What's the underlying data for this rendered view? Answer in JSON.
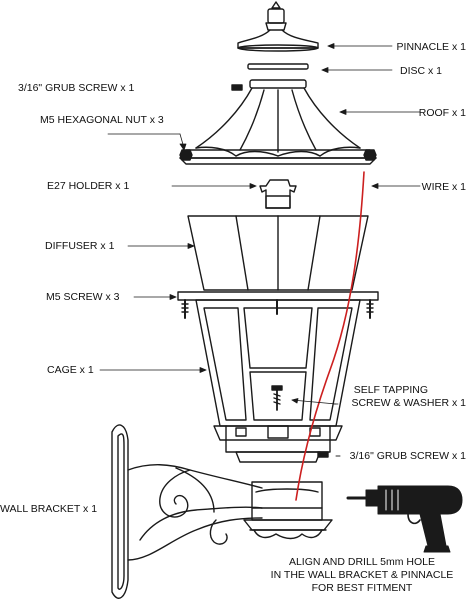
{
  "labels": {
    "pinnacle": "PINNACLE x 1",
    "disc": "DISC x 1",
    "grub_screw_top": "3/16\" GRUB SCREW x 1",
    "roof": "ROOF x 1",
    "hex_nut": "M5 HEXAGONAL NUT x 3",
    "e27_holder": "E27 HOLDER x 1",
    "wire": "WIRE x 1",
    "diffuser": "DIFFUSER x 1",
    "m5_screw": "M5 SCREW x 3",
    "cage": "CAGE x 1",
    "self_tapping_line1": "SELF TAPPING",
    "self_tapping_line2": "SCREW & WASHER x 1",
    "grub_screw_bottom": "3/16\" GRUB SCREW x 1",
    "wall_bracket": "WALL BRACKET x 1",
    "note_line1": "ALIGN AND DRILL 5mm HOLE",
    "note_line2": "IN THE WALL BRACKET & PINNACLE",
    "note_line3": "FOR BEST FITMENT"
  },
  "icons": {
    "drill": "drill-icon"
  },
  "colors": {
    "wire": "#cc1f1f",
    "line": "#1a1a1a"
  }
}
